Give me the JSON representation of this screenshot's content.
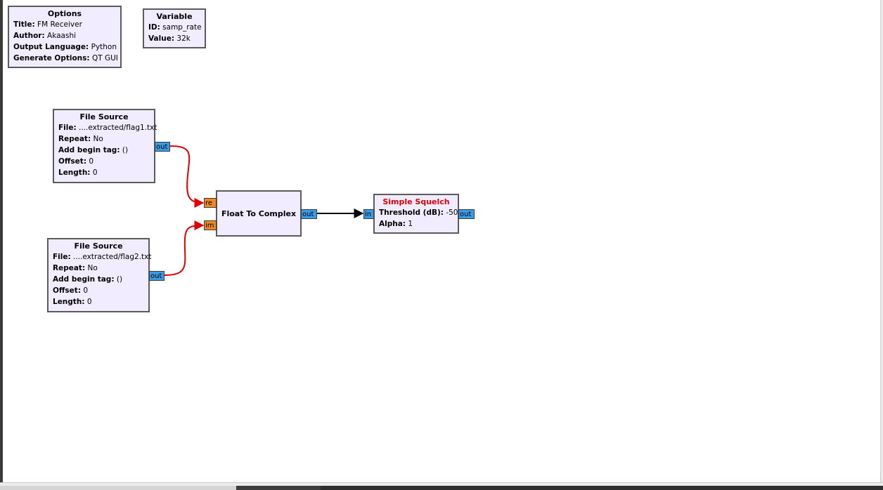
{
  "blocks": {
    "options": {
      "title": "Options",
      "rows": [
        {
          "key": "Title:",
          "value": "FM Receiver"
        },
        {
          "key": "Author:",
          "value": "Akaashi"
        },
        {
          "key": "Output Language:",
          "value": "Python"
        },
        {
          "key": "Generate Options:",
          "value": "QT GUI"
        }
      ]
    },
    "variable": {
      "title": "Variable",
      "rows": [
        {
          "key": "ID:",
          "value": "samp_rate"
        },
        {
          "key": "Value:",
          "value": "32k"
        }
      ]
    },
    "file_source_1": {
      "title": "File Source",
      "rows": [
        {
          "key": "File:",
          "value": "....extracted/flag1.txt"
        },
        {
          "key": "Repeat:",
          "value": "No"
        },
        {
          "key": "Add begin tag:",
          "value": "()"
        },
        {
          "key": "Offset:",
          "value": "0"
        },
        {
          "key": "Length:",
          "value": "0"
        }
      ],
      "ports": {
        "out": "out"
      }
    },
    "file_source_2": {
      "title": "File Source",
      "rows": [
        {
          "key": "File:",
          "value": "....extracted/flag2.txt"
        },
        {
          "key": "Repeat:",
          "value": "No"
        },
        {
          "key": "Add begin tag:",
          "value": "()"
        },
        {
          "key": "Offset:",
          "value": "0"
        },
        {
          "key": "Length:",
          "value": "0"
        }
      ],
      "ports": {
        "out": "out"
      }
    },
    "float_to_complex": {
      "title": "Float To Complex",
      "ports": {
        "re": "re",
        "im": "im",
        "out": "out"
      }
    },
    "simple_squelch": {
      "title": "Simple Squelch",
      "rows": [
        {
          "key": "Threshold (dB):",
          "value": "-50"
        },
        {
          "key": "Alpha:",
          "value": "1"
        }
      ],
      "ports": {
        "in": "in",
        "out": "out"
      }
    }
  },
  "colors": {
    "block_bg": "#f1ecff",
    "block_border": "#5b5b5b",
    "port_complex": "#3a9be6",
    "port_float": "#f08a1a",
    "wire_float": "#e00000",
    "wire_complex": "#000000",
    "title_disabled_or_error": "#e00000"
  }
}
